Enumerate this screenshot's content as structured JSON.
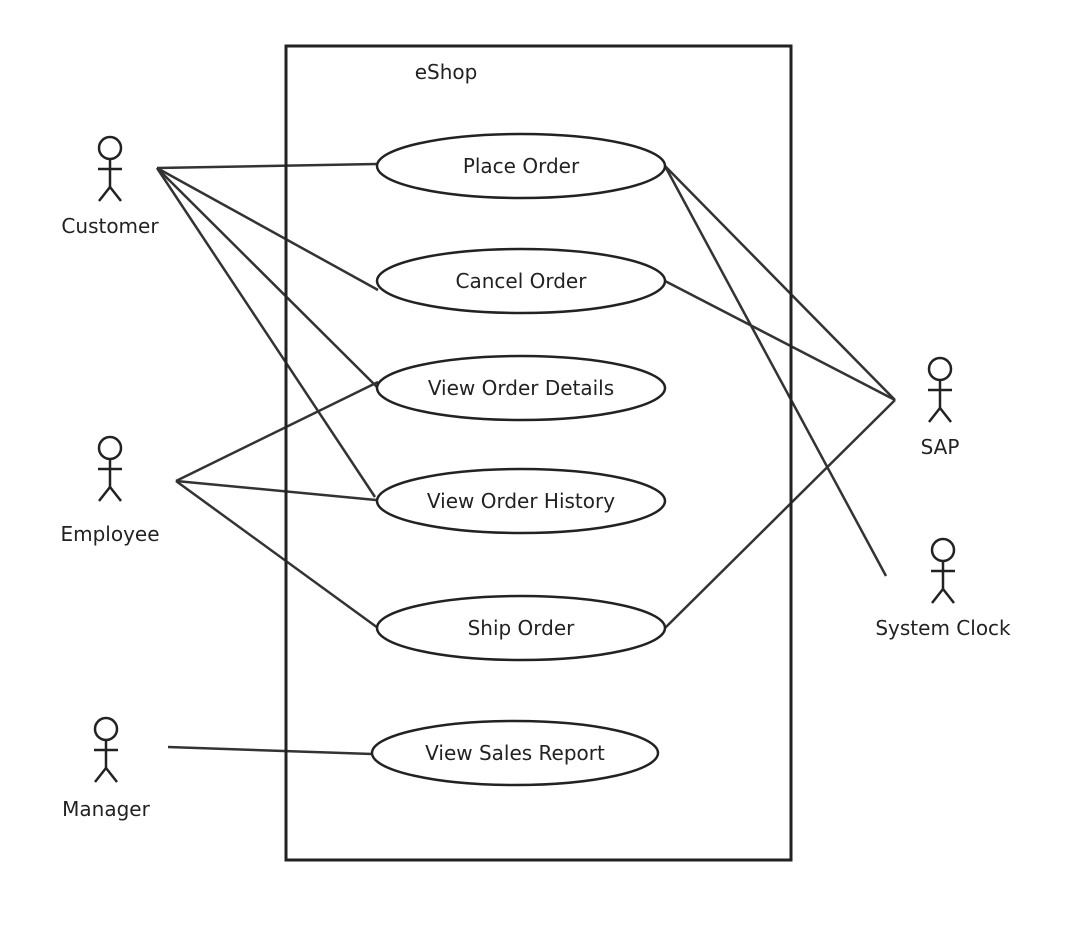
{
  "system": {
    "title": "eShop"
  },
  "use_cases": [
    {
      "id": "place-order",
      "label": "Place Order"
    },
    {
      "id": "cancel-order",
      "label": "Cancel Order"
    },
    {
      "id": "view-order-details",
      "label": "View Order Details"
    },
    {
      "id": "view-order-history",
      "label": "View Order History"
    },
    {
      "id": "ship-order",
      "label": "Ship Order"
    },
    {
      "id": "view-sales-report",
      "label": "View Sales Report"
    }
  ],
  "actors": [
    {
      "id": "customer",
      "label": "Customer"
    },
    {
      "id": "employee",
      "label": "Employee"
    },
    {
      "id": "manager",
      "label": "Manager"
    },
    {
      "id": "sap",
      "label": "SAP"
    },
    {
      "id": "system-clock",
      "label": "System Clock"
    }
  ],
  "associations": [
    {
      "actor": "customer",
      "use_case": "place-order"
    },
    {
      "actor": "customer",
      "use_case": "cancel-order"
    },
    {
      "actor": "customer",
      "use_case": "view-order-details"
    },
    {
      "actor": "customer",
      "use_case": "view-order-history"
    },
    {
      "actor": "employee",
      "use_case": "view-order-details"
    },
    {
      "actor": "employee",
      "use_case": "view-order-history"
    },
    {
      "actor": "employee",
      "use_case": "ship-order"
    },
    {
      "actor": "manager",
      "use_case": "view-sales-report"
    },
    {
      "actor": "sap",
      "use_case": "place-order"
    },
    {
      "actor": "sap",
      "use_case": "cancel-order"
    },
    {
      "actor": "sap",
      "use_case": "ship-order"
    },
    {
      "actor": "system-clock",
      "use_case": "place-order"
    }
  ]
}
